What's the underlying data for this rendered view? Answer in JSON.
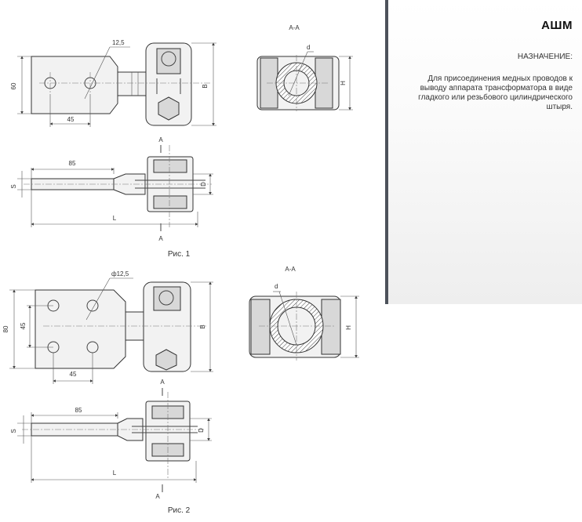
{
  "panel": {
    "title": "АШМ",
    "purpose_heading": "НАЗНАЧЕНИЕ:",
    "purpose_text": "Для присоединения медных проводов к выводу аппарата трансформатора в виде гладкого или резьбового цилиндрического штыря."
  },
  "fig1": {
    "caption": "Рис. 1",
    "section_label": "А-А",
    "arrow_label_top": "А",
    "arrow_label_bottom": "А",
    "dim_hole": "12,5",
    "dim_height": "60",
    "dim_hole_spacing": "45",
    "dim_b": "B",
    "dim_d_small": "d",
    "dim_h": "H",
    "dim_length_85": "85",
    "dim_s": "S",
    "dim_d_big": "D",
    "dim_l": "L"
  },
  "fig2": {
    "caption": "Рис. 2",
    "section_label": "А-А",
    "arrow_label_top": "А",
    "arrow_label_bottom": "А",
    "dim_hole": "ф12,5",
    "dim_height": "80",
    "dim_vert_spacing": "45",
    "dim_hole_spacing": "45",
    "dim_b": "B",
    "dim_d_small": "d",
    "dim_h": "H",
    "dim_length_85": "85",
    "dim_s": "S",
    "dim_d_big": "D",
    "dim_l": "L"
  }
}
